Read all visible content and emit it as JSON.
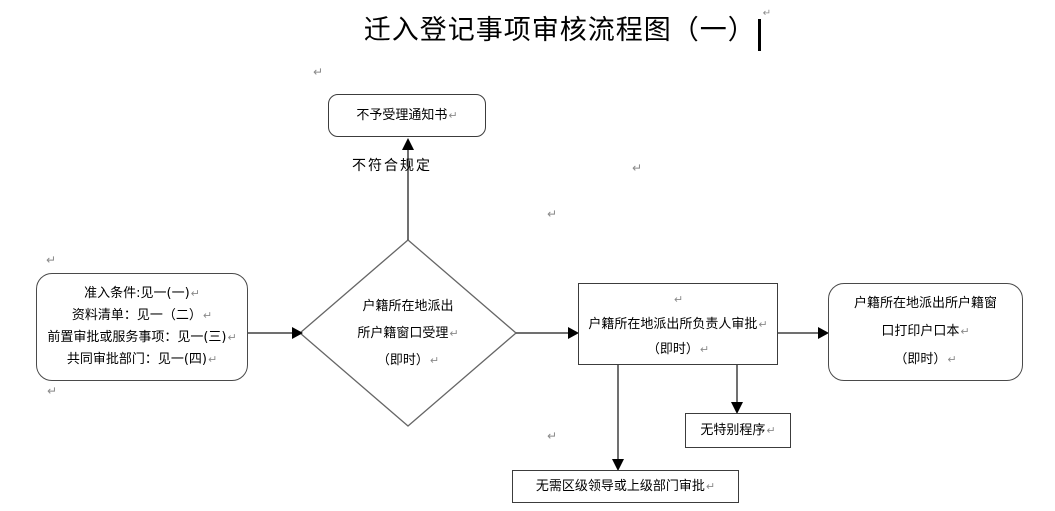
{
  "document": {
    "title": "迁入登记事项审核流程图（一）"
  },
  "marks": {
    "line_break": "↵"
  },
  "colors": {
    "line": "#404040",
    "arrowhead": "#000000",
    "shape_border": "#3c3c3c",
    "diamond_border": "#666666",
    "mark": "#8a8a8a"
  },
  "flowchart": {
    "nodes": {
      "entry": {
        "shape": "rounded-rectangle",
        "lines": [
          "准入条件:见一(一)",
          "资料清单：见一（二）",
          "前置审批或服务事项：见一(三)",
          "共同审批部门：见一(四)"
        ]
      },
      "reject": {
        "shape": "rounded-rectangle",
        "text": "不予受理通知书"
      },
      "decision": {
        "shape": "diamond",
        "lines": [
          "户籍所在地派出",
          "所户籍窗口受理",
          "（即时）"
        ]
      },
      "approval": {
        "shape": "rectangle",
        "lines": [
          "户籍所在地派出所负责人审批",
          "（即时）"
        ]
      },
      "print": {
        "shape": "rounded-rectangle",
        "lines": [
          "户籍所在地派出所户籍窗",
          "口打印户口本",
          "（即时）"
        ]
      },
      "no_special": {
        "shape": "rectangle",
        "text": "无特别程序"
      },
      "no_higher": {
        "shape": "rectangle",
        "text": "无需区级领导或上级部门审批"
      }
    },
    "edge_labels": {
      "not_compliant": "不符合规定"
    }
  }
}
